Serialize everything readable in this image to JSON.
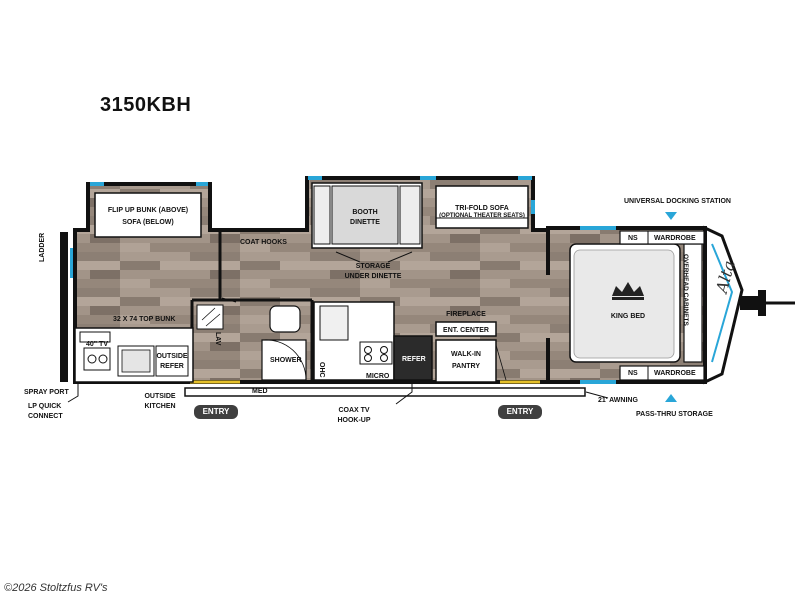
{
  "model": "3150KBH",
  "labels": {
    "ladder": "LADDER",
    "flip_up_bunk": "FLIP UP BUNK (ABOVE)",
    "sofa_below": "SOFA (BELOW)",
    "coat_hooks": "COAT HOOKS",
    "booth_dinette": "BOOTH",
    "booth_dinette2": "DINETTE",
    "tri_fold_sofa": "TRI-FOLD SOFA",
    "optional_theater": "(OPTIONAL THEATER SEATS)",
    "storage_under": "STORAGE",
    "under_dinette": "UNDER DINETTE",
    "top_bunk": "32 X 74 TOP BUNK",
    "lav": "LAV",
    "tv": "40\" TV",
    "outside_refer": "OUTSIDE",
    "outside_refer2": "REFER",
    "shower": "SHOWER",
    "ohc": "OHC",
    "micro": "MICRO",
    "refer": "REFER",
    "fireplace": "FIREPLACE",
    "ent_center": "ENT. CENTER",
    "walk_in": "WALK-IN",
    "pantry": "PANTRY",
    "king_bed": "KING BED",
    "overhead_cabinets": "OVERHEAD CABINETS",
    "ns_top": "NS",
    "wardrobe_top": "WARDROBE",
    "ns_bottom": "NS",
    "wardrobe_bottom": "WARDROBE",
    "universal_docking": "UNIVERSAL DOCKING STATION",
    "spray_port": "SPRAY PORT",
    "lp_quick": "LP QUICK",
    "connect": "CONNECT",
    "outside_kitchen": "OUTSIDE",
    "kitchen": "KITCHEN",
    "med": "MED",
    "entry1": "ENTRY",
    "entry2": "ENTRY",
    "coax_tv": "COAX TV",
    "hook_up": "HOOK-UP",
    "awning": "21' AWNING",
    "pass_thru": "PASS-THRU STORAGE",
    "brand": "Alta"
  },
  "watermark": "©2026 Stoltzfus RV's",
  "colors": {
    "wall": "#111111",
    "window": "#29a6d8",
    "floor": "#9a8c80",
    "accent": "#2a9fd0",
    "awning_stripe": "#e6c12a"
  }
}
